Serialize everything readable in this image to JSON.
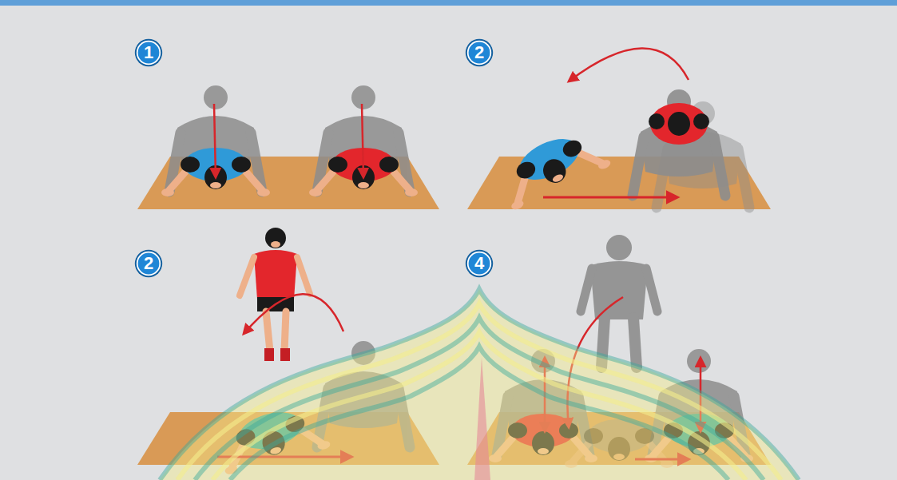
{
  "diagram": {
    "nodes": [
      {
        "text": [
          "1"
        ]
      },
      {
        "text": [
          "2"
        ]
      },
      {
        "text": [
          "2"
        ]
      },
      {
        "text": [
          "4"
        ]
      }
    ]
  }
}
